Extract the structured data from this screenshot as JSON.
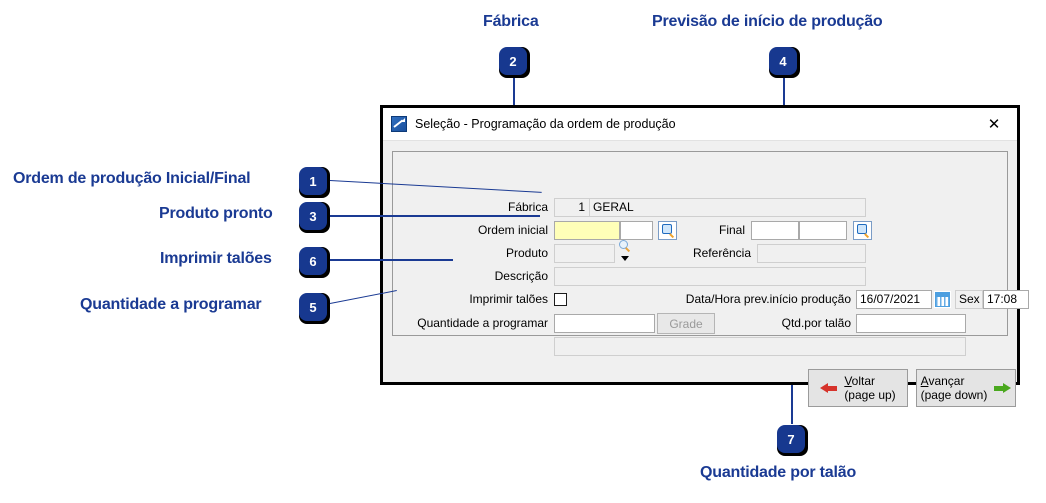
{
  "dialog": {
    "title": "Seleção - Programação da ordem de produção",
    "title_icon": "chart-arrow-icon",
    "close_icon": "close-icon",
    "fields": {
      "fabrica_label": "Fábrica",
      "fabrica_code": "1",
      "fabrica_name": "GERAL",
      "ordem_inicial_label": "Ordem inicial",
      "ordem_inicial_value": "",
      "ordem_inicial_value2": "",
      "final_label": "Final",
      "final_value": "",
      "final_value2": "",
      "produto_label": "Produto",
      "produto_value": "",
      "referencia_label": "Referência",
      "referencia_value": "",
      "descricao_label": "Descrição",
      "descricao_value": "",
      "imprimir_taloes_label": "Imprimir talões",
      "imprimir_taloes_checked": false,
      "data_hora_label": "Data/Hora prev.início produção",
      "data_value": "16/07/2021",
      "weekday_value": "Sex",
      "time_value": "17:08",
      "quantidade_label": "Quantidade a programar",
      "quantidade_value": "",
      "grade_button": "Grade",
      "grade_accesskey": "G",
      "qtd_talao_label": "Qtd.por talão",
      "qtd_talao_value": "",
      "footer_value": ""
    },
    "buttons": {
      "back_label": "Voltar",
      "back_sub": "(page up)",
      "back_accesskey": "V",
      "back_icon": "arrow-left-red-icon",
      "next_label": "Avançar",
      "next_sub": "(page down)",
      "next_accesskey": "A",
      "next_icon": "arrow-right-green-icon"
    }
  },
  "annotations": {
    "accent_color": "#1a3a93",
    "badge_color": "#17388f",
    "items": [
      {
        "number": "1",
        "label": "Ordem de produção Inicial/Final"
      },
      {
        "number": "2",
        "label": "Fábrica"
      },
      {
        "number": "3",
        "label": "Produto pronto"
      },
      {
        "number": "4",
        "label": "Previsão de início de produção"
      },
      {
        "number": "5",
        "label": "Quantidade a programar"
      },
      {
        "number": "6",
        "label": "Imprimir talões"
      },
      {
        "number": "7",
        "label": "Quantidade por talão"
      }
    ]
  }
}
